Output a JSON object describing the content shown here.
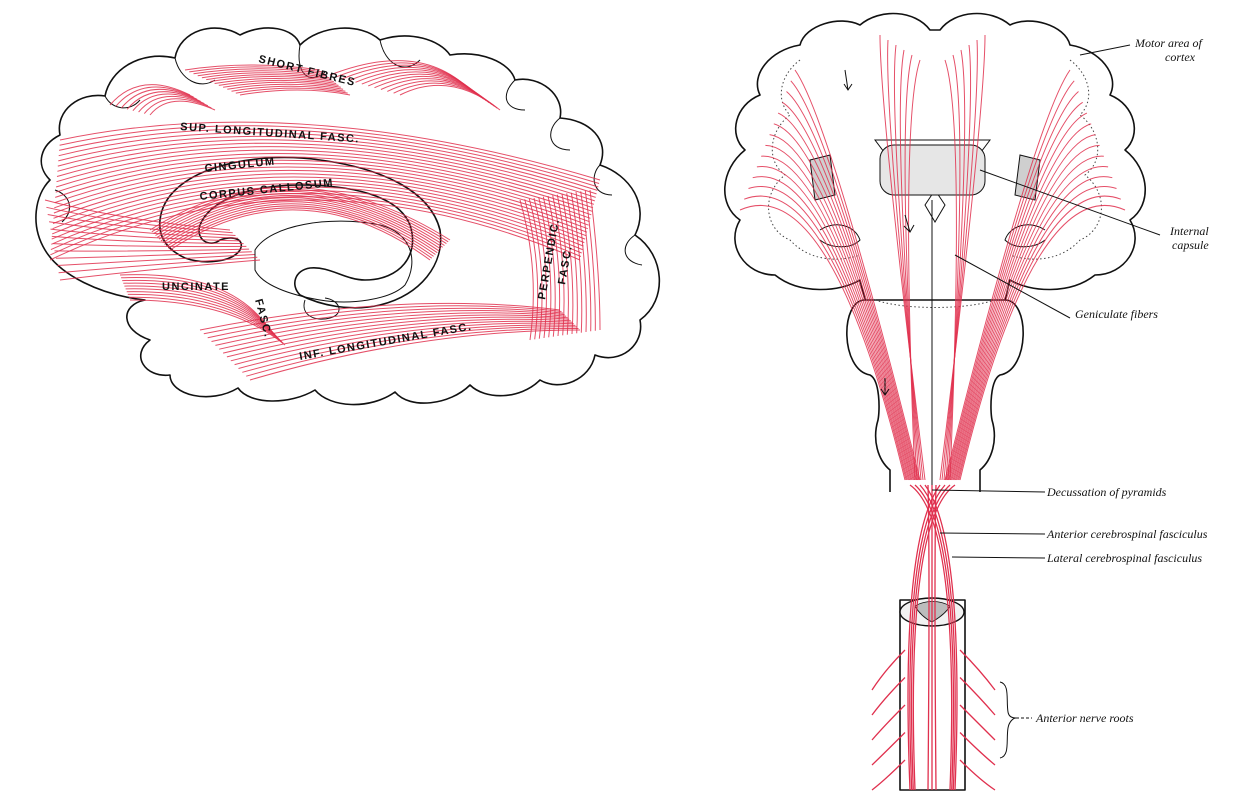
{
  "colors": {
    "fiber": "#e0304e",
    "outline": "#111111",
    "background": "#ffffff"
  },
  "left_figure": {
    "labels": {
      "short_fibres": "SHORT FIBRES",
      "sup_longitudinal": "SUP. LONGITUDINAL FASC.",
      "cingulum": "CINGULUM",
      "corpus_callosum": "CORPUS CALLOSUM",
      "uncinate": "UNCINATE",
      "fasc": "FASC.",
      "perpendic_1": "PERPENDIC.",
      "perpendic_2": "FASC.",
      "inf_longitudinal": "INF. LONGITUDINAL FASC."
    }
  },
  "right_figure": {
    "labels": {
      "motor_area_1": "Motor area of",
      "motor_area_2": "cortex",
      "internal_capsule_1": "Internal",
      "internal_capsule_2": "capsule",
      "geniculate_fibers": "Geniculate fibers",
      "decussation": "Decussation of pyramids",
      "anterior_fasciculus": "Anterior cerebrospinal fasciculus",
      "lateral_fasciculus": "Lateral cerebrospinal fasciculus",
      "anterior_roots": "Anterior nerve roots"
    }
  }
}
